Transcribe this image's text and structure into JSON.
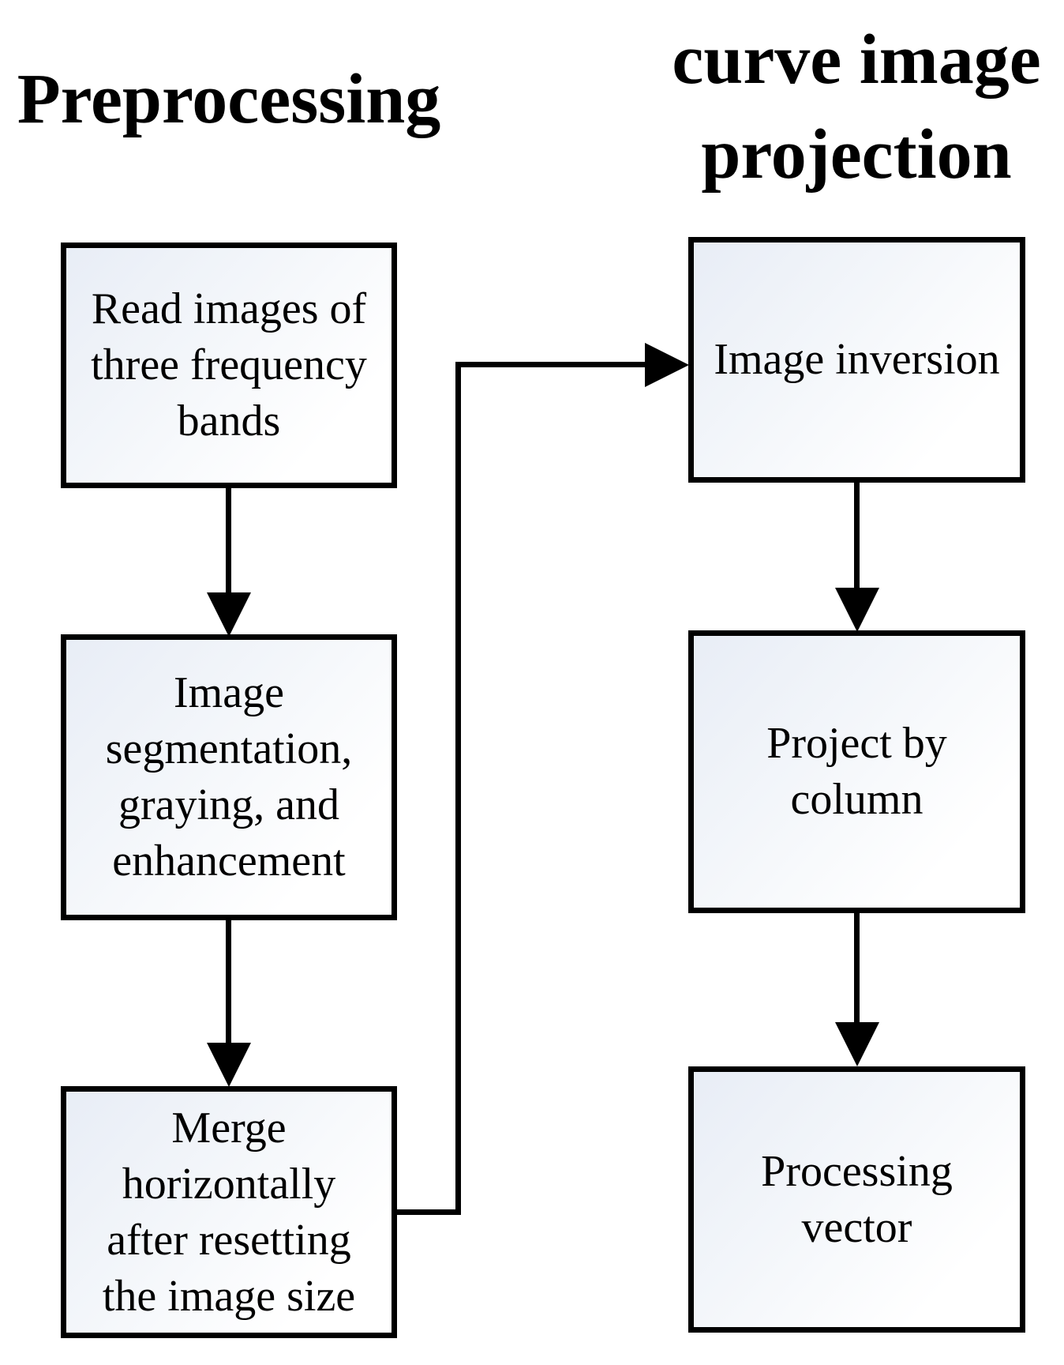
{
  "titles": {
    "left": "Preprocessing",
    "right": "curve image projection"
  },
  "columns": {
    "preprocessing": {
      "boxes": [
        {
          "label": "Read images of three frequency bands"
        },
        {
          "label": "Image segmentation, graying, and enhancement"
        },
        {
          "label": "Merge horizontally after resetting the image size"
        }
      ]
    },
    "curve_image_projection": {
      "boxes": [
        {
          "label": "Image inversion"
        },
        {
          "label": "Project by column"
        },
        {
          "label": "Processing vector"
        }
      ]
    }
  },
  "colors": {
    "background": "#ffffff",
    "box_border": "#000000",
    "box_fill_light": "#e8edf6",
    "box_fill_white": "#ffffff",
    "line": "#000000",
    "text": "#000000"
  }
}
